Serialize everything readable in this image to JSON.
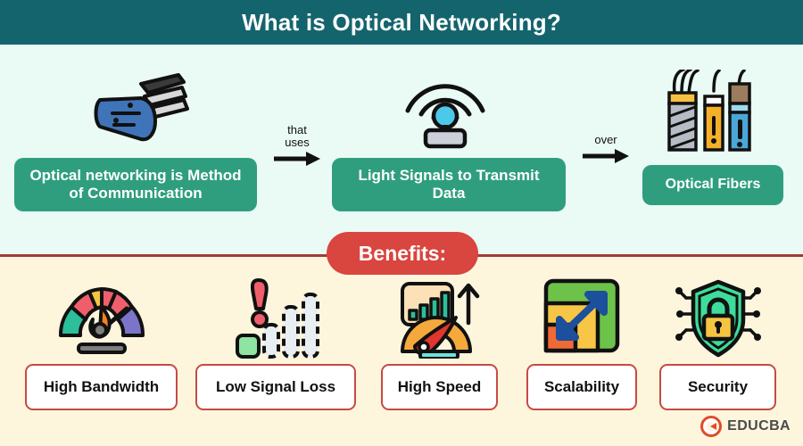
{
  "header": {
    "title": "What is Optical Networking?"
  },
  "colors": {
    "header_bg": "#14646d",
    "top_bg": "#eafaf5",
    "bottom_bg": "#fdf6dd",
    "flow_box": "#2f9e7e",
    "benefits_pill": "#d9453f",
    "benefit_border": "#c84a44",
    "divider": "#a03b35",
    "logo_mark": "#e04b2a"
  },
  "flow": {
    "icons": [
      {
        "name": "fiber-optic-connector-icon"
      },
      {
        "name": "wireless-signal-icon"
      },
      {
        "name": "optical-fiber-cables-icon"
      }
    ],
    "boxes": [
      {
        "text": "Optical networking is Method of Communication"
      },
      {
        "text": "Light Signals to Transmit Data"
      },
      {
        "text": "Optical Fibers"
      }
    ],
    "connectors": [
      {
        "label": "that\nuses"
      },
      {
        "label": "over"
      }
    ]
  },
  "benefits": {
    "pill_label": "Benefits:",
    "items": [
      {
        "label": "High Bandwidth",
        "icon": "speedometer-flame-icon"
      },
      {
        "label": "Low Signal Loss",
        "icon": "signal-bars-alert-icon"
      },
      {
        "label": "High Speed",
        "icon": "speed-chart-gauge-icon"
      },
      {
        "label": "Scalability",
        "icon": "scaling-arrow-icon"
      },
      {
        "label": "Security",
        "icon": "shield-lock-icon"
      }
    ]
  },
  "logo": {
    "text": "EDUCBA",
    "mark": "educba-e-icon"
  }
}
